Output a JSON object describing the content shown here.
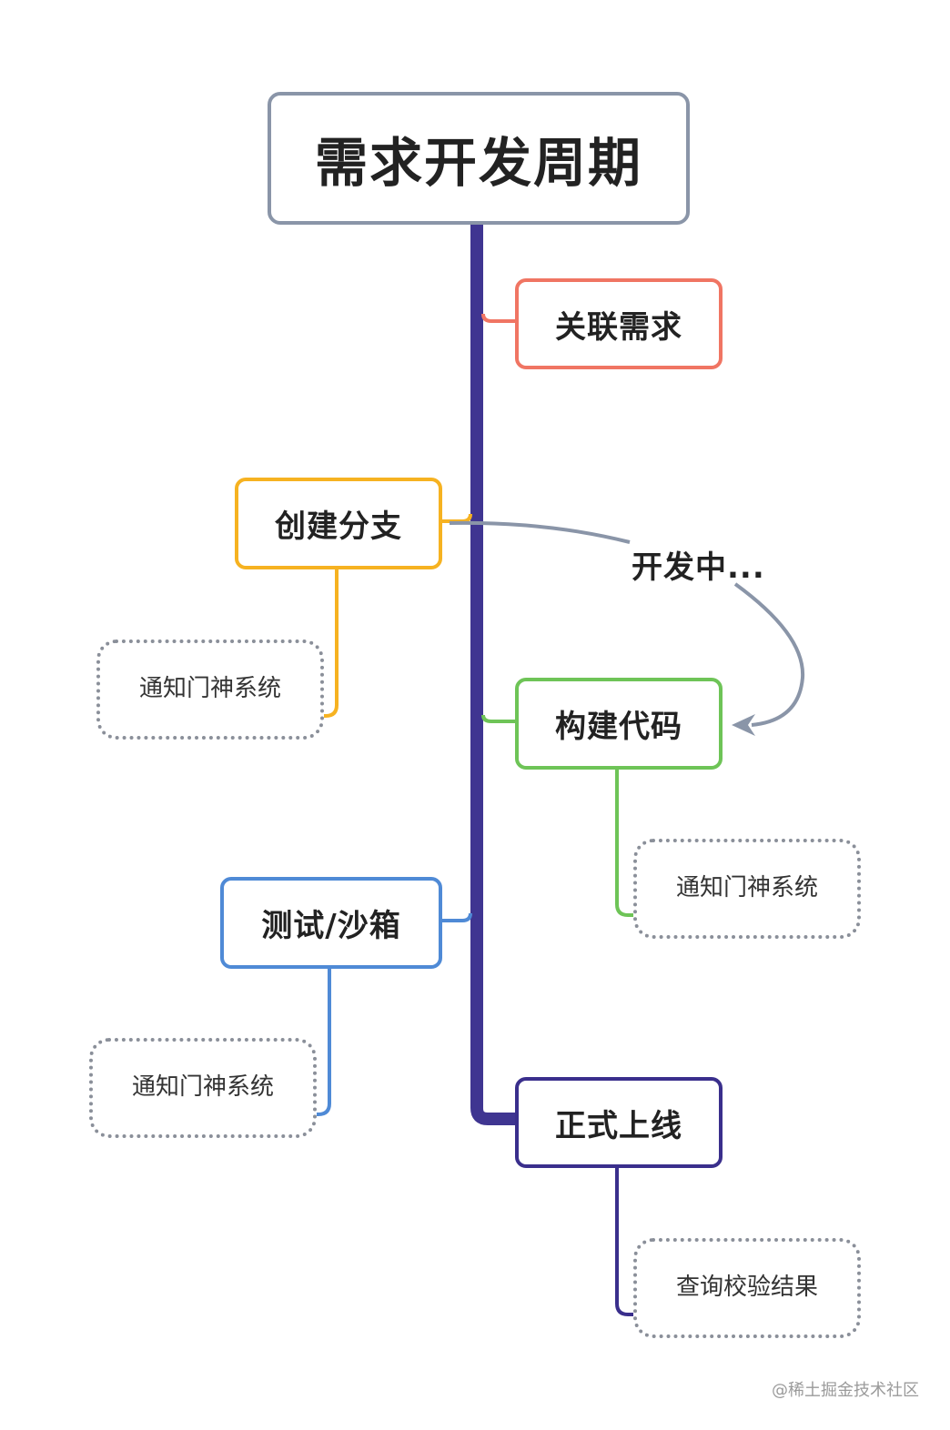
{
  "root": {
    "label": "需求开发周期",
    "color": "#8a95a8"
  },
  "spine_color": "#3f3591",
  "stages": [
    {
      "id": "link",
      "label": "关联需求",
      "color": "#f07563"
    },
    {
      "id": "branch",
      "label": "创建分支",
      "color": "#f6b221",
      "note": "通知门神系统"
    },
    {
      "id": "build",
      "label": "构建代码",
      "color": "#6ec457",
      "note": "通知门神系统"
    },
    {
      "id": "test",
      "label": "测试/沙箱",
      "color": "#4f8ad6",
      "note": "通知门神系统"
    },
    {
      "id": "release",
      "label": "正式上线",
      "color": "#3a2f8c",
      "note": "查询校验结果"
    }
  ],
  "flow_label": "开发中...",
  "flow_color": "#8a95a8",
  "watermark": "@稀土掘金技术社区"
}
